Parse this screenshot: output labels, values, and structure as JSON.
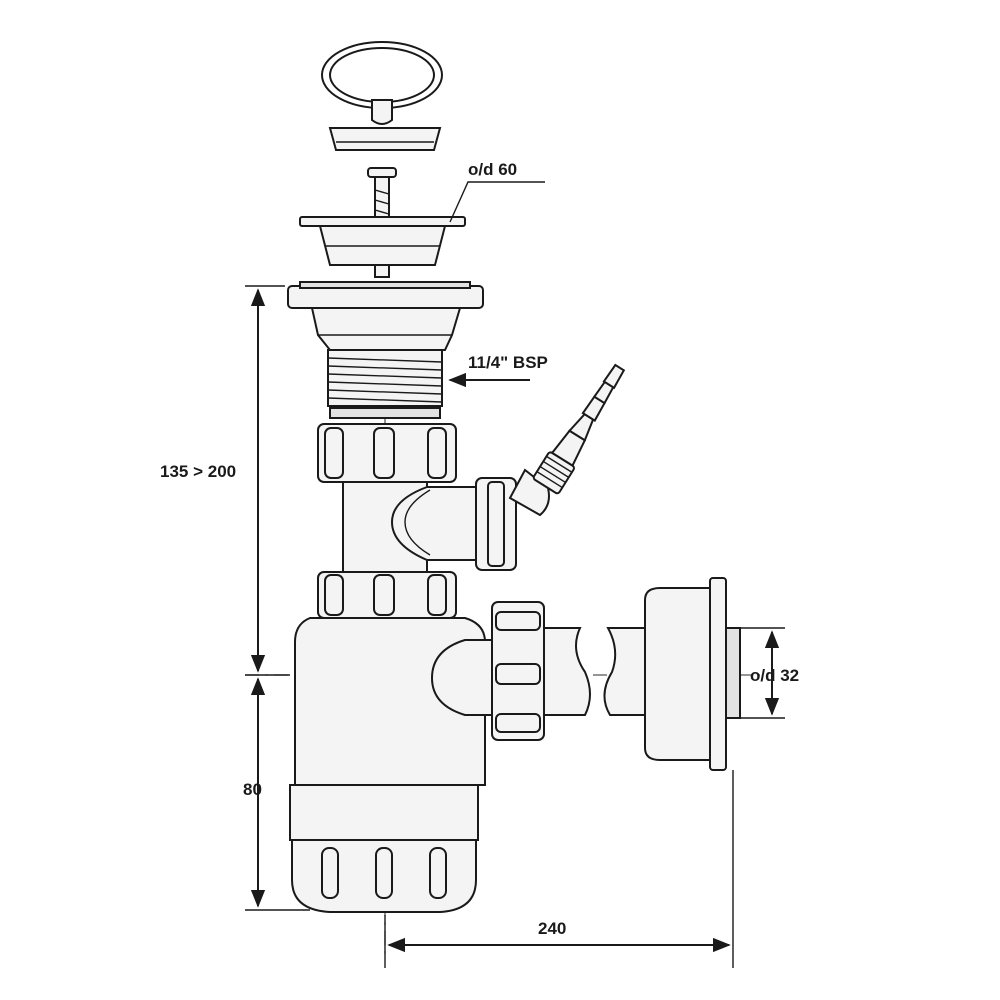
{
  "labels": {
    "plug_diameter": "o/d 60",
    "thread": "11/4\" BSP",
    "height_range": "135 > 200",
    "depth": "80",
    "outlet_diameter": "o/d 32",
    "width": "240"
  },
  "colors": {
    "line": "#1a1a1a",
    "fill": "#f4f4f4",
    "shade": "#e2e2e2"
  }
}
